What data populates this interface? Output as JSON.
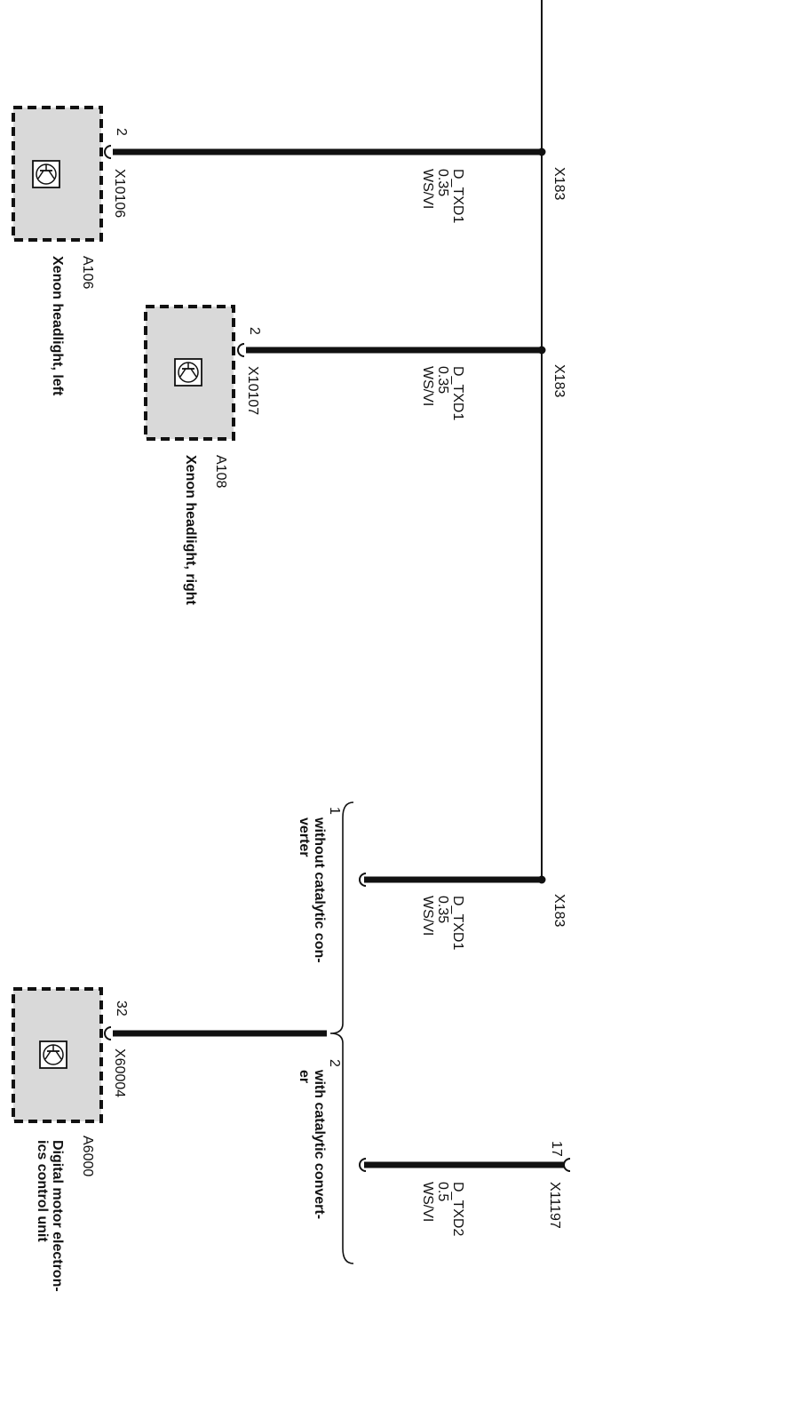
{
  "components": [
    {
      "id": "a106",
      "ref": "A106",
      "name": "Xenon headlight, left",
      "connector": "X10106",
      "pin": "2"
    },
    {
      "id": "a108",
      "ref": "A108",
      "name": "Xenon headlight, right",
      "connector": "X10107",
      "pin": "2"
    },
    {
      "id": "a6000",
      "ref": "A6000",
      "name_line1": "Digital motor electron-",
      "name_line2": "ics control unit",
      "connector": "X60004",
      "pin": "32"
    }
  ],
  "wires": [
    {
      "id": "w1",
      "signal": "D_TXD1",
      "size": "0.35",
      "color": "WS/VI",
      "splice": "X183"
    },
    {
      "id": "w2",
      "signal": "D_TXD1",
      "size": "0.35",
      "color": "WS/VI",
      "splice": "X183"
    },
    {
      "id": "w3",
      "signal": "D_TXD1",
      "size": "0.35",
      "color": "WS/VI",
      "splice": "X183"
    },
    {
      "id": "w4",
      "signal": "D_TXD2",
      "size": "0.5",
      "color": "WS/VI",
      "connector": "X11197",
      "pin": "17"
    }
  ],
  "variants": {
    "without_line1": "without catalytic con-",
    "without_line2": "verter",
    "with_line1": "with catalytic convert-",
    "with_line2": "er"
  },
  "colors": {
    "line": "#111111",
    "component_fill": "#d9d9d9",
    "background": "#ffffff"
  },
  "icons": [
    "transistor-icon"
  ]
}
